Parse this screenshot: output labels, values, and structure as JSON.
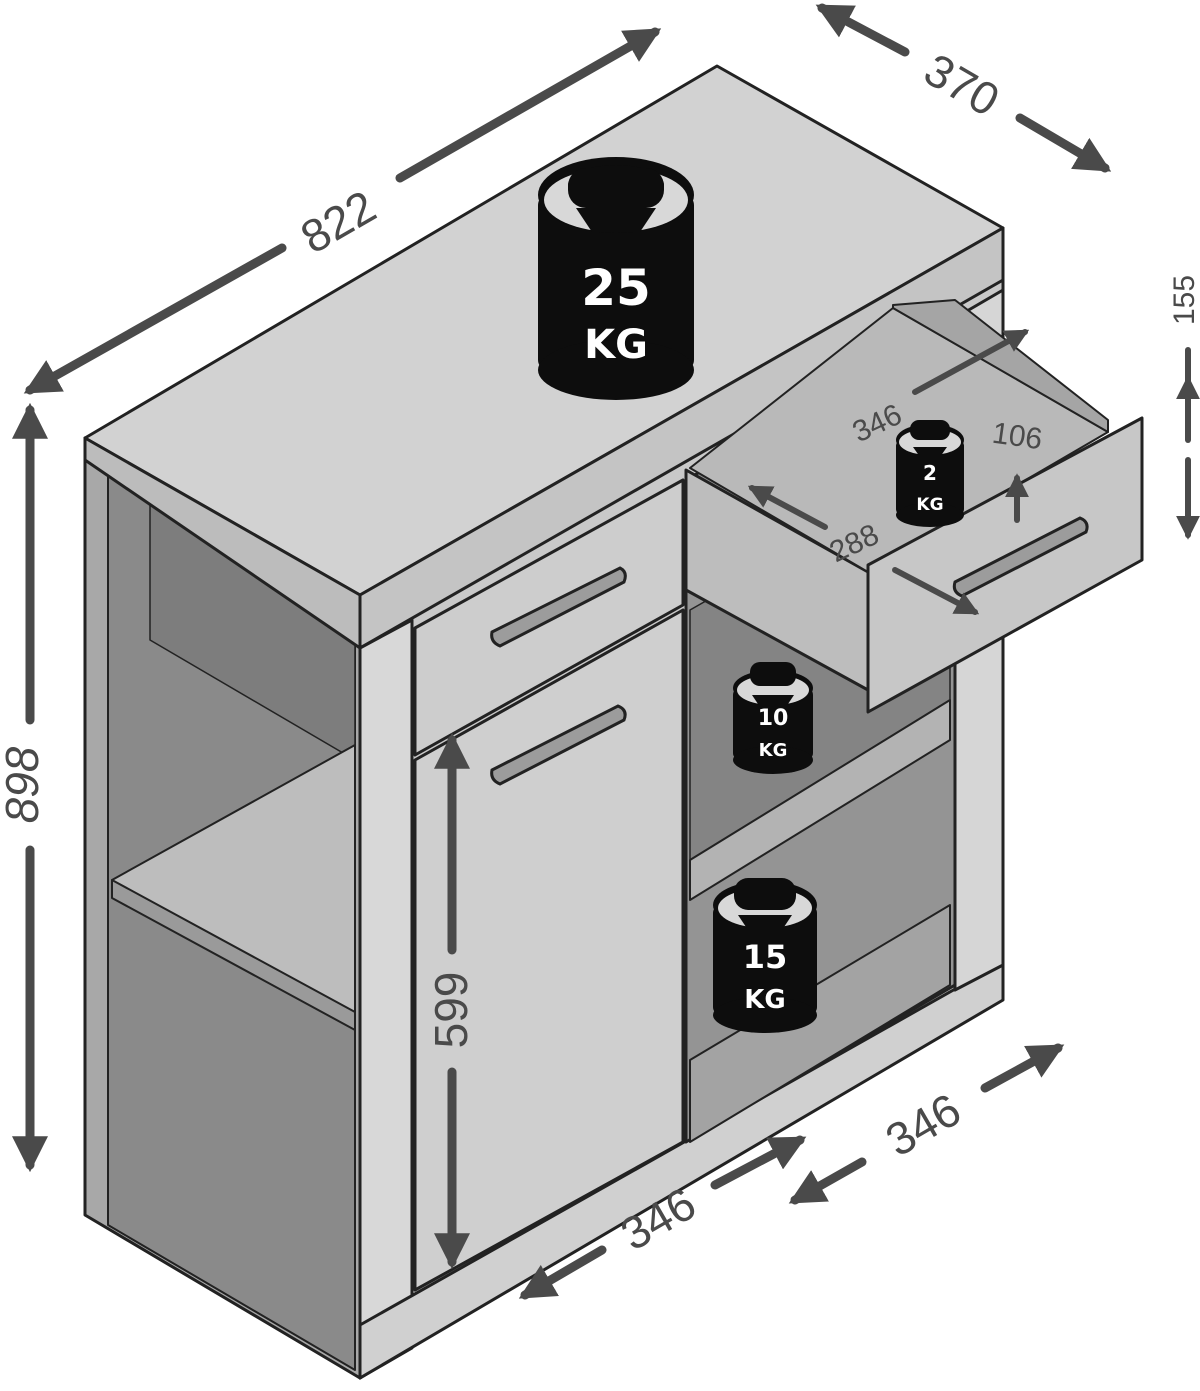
{
  "diagram": {
    "dimensions": {
      "width": "822",
      "depth": "370",
      "height": "898",
      "door_height": "599",
      "bottom_left_width": "346",
      "bottom_right_width": "346",
      "drawer_height": "155",
      "drawer_inner_width": "346",
      "drawer_inner_depth": "288",
      "drawer_inner_height": "106"
    },
    "weights": [
      {
        "number": "25",
        "unit": "KG"
      },
      {
        "number": "2",
        "unit": "KG"
      },
      {
        "number": "10",
        "unit": "KG"
      },
      {
        "number": "15",
        "unit": "KG"
      }
    ],
    "colors": {
      "outline": "#222222",
      "panel": "#d4d4d4",
      "panel_dark": "#a9a9a9",
      "top": "#cfcfcf",
      "interior": "#8e8e8e",
      "weight": "#0d0d0d",
      "arrow": "#4a4a4a"
    }
  }
}
